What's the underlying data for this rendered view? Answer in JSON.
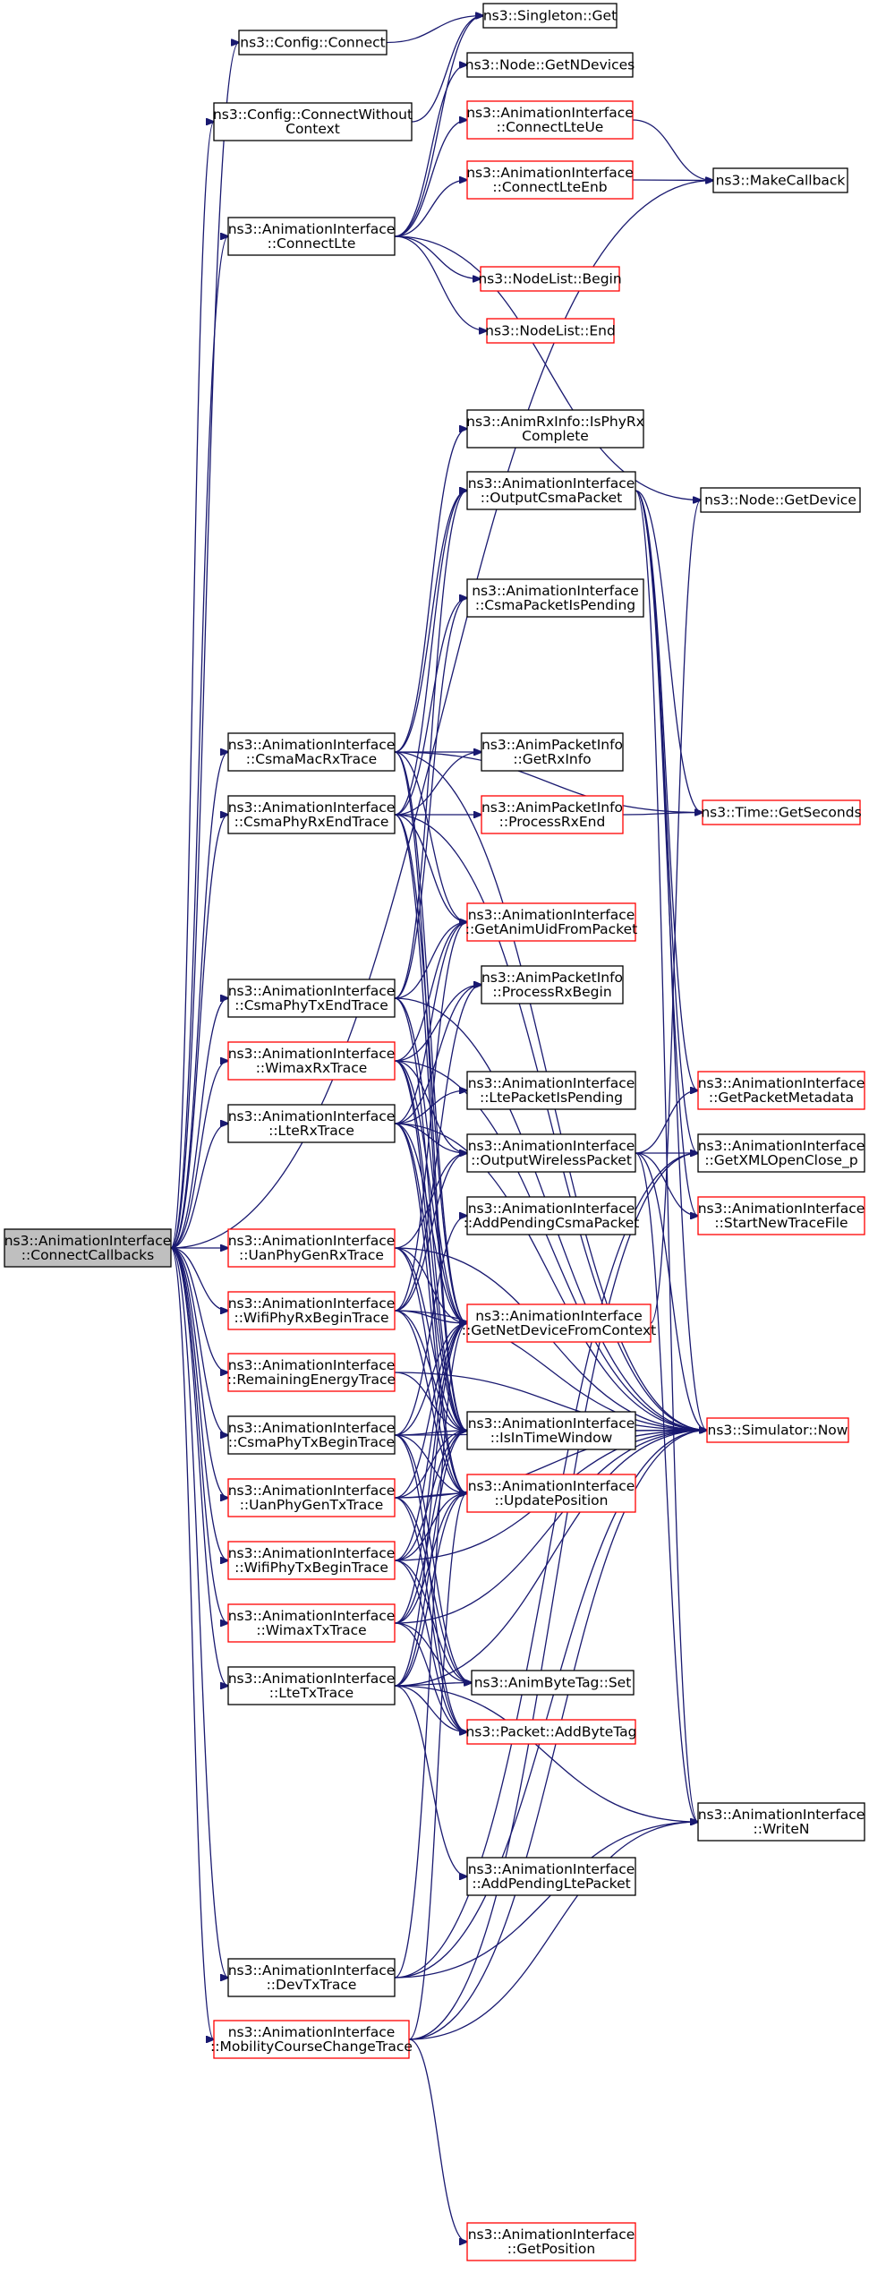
{
  "colors": {
    "edge": "#191970",
    "black_border": "#000000",
    "red_border": "#ff0000",
    "root_fill": "#bfbfbf"
  },
  "graph": {
    "nodes": [
      {
        "id": "root",
        "lines": [
          "ns3::AnimationInterface",
          "::ConnectCallbacks"
        ],
        "border": "root"
      },
      {
        "id": "cfg_connect",
        "lines": [
          "ns3::Config::Connect"
        ],
        "border": "black"
      },
      {
        "id": "singleton",
        "lines": [
          "ns3::Singleton::Get"
        ],
        "border": "black"
      },
      {
        "id": "cfg_cwc",
        "lines": [
          "ns3::Config::ConnectWithout",
          "Context"
        ],
        "border": "black"
      },
      {
        "id": "getndev",
        "lines": [
          "ns3::Node::GetNDevices"
        ],
        "border": "black"
      },
      {
        "id": "connlteue",
        "lines": [
          "ns3::AnimationInterface",
          "::ConnectLteUe"
        ],
        "border": "red"
      },
      {
        "id": "makecb",
        "lines": [
          "ns3::MakeCallback"
        ],
        "border": "black"
      },
      {
        "id": "connlteenb",
        "lines": [
          "ns3::AnimationInterface",
          "::ConnectLteEnb"
        ],
        "border": "red"
      },
      {
        "id": "connlte",
        "lines": [
          "ns3::AnimationInterface",
          "::ConnectLte"
        ],
        "border": "black"
      },
      {
        "id": "nlbegin",
        "lines": [
          "ns3::NodeList::Begin"
        ],
        "border": "red"
      },
      {
        "id": "nlend",
        "lines": [
          "ns3::NodeList::End"
        ],
        "border": "red"
      },
      {
        "id": "isphyrx",
        "lines": [
          "ns3::AnimRxInfo::IsPhyRx",
          "Complete"
        ],
        "border": "black"
      },
      {
        "id": "getdevice",
        "lines": [
          "ns3::Node::GetDevice"
        ],
        "border": "black"
      },
      {
        "id": "outcsma",
        "lines": [
          "ns3::AnimationInterface",
          "::OutputCsmaPacket"
        ],
        "border": "black"
      },
      {
        "id": "csmapend",
        "lines": [
          "ns3::AnimationInterface",
          "::CsmaPacketIsPending"
        ],
        "border": "black"
      },
      {
        "id": "csmamacrx",
        "lines": [
          "ns3::AnimationInterface",
          "::CsmaMacRxTrace"
        ],
        "border": "black"
      },
      {
        "id": "getrxinfo",
        "lines": [
          "ns3::AnimPacketInfo",
          "::GetRxInfo"
        ],
        "border": "black"
      },
      {
        "id": "csmaphyrxend",
        "lines": [
          "ns3::AnimationInterface",
          "::CsmaPhyRxEndTrace"
        ],
        "border": "black"
      },
      {
        "id": "processrxend",
        "lines": [
          "ns3::AnimPacketInfo",
          "::ProcessRxEnd"
        ],
        "border": "red"
      },
      {
        "id": "getseconds",
        "lines": [
          "ns3::Time::GetSeconds"
        ],
        "border": "red"
      },
      {
        "id": "getanimuid",
        "lines": [
          "ns3::AnimationInterface",
          "::GetAnimUidFromPacket"
        ],
        "border": "red"
      },
      {
        "id": "csmaphytxend",
        "lines": [
          "ns3::AnimationInterface",
          "::CsmaPhyTxEndTrace"
        ],
        "border": "black"
      },
      {
        "id": "processrxbegin",
        "lines": [
          "ns3::AnimPacketInfo",
          "::ProcessRxBegin"
        ],
        "border": "black"
      },
      {
        "id": "wimaxrx",
        "lines": [
          "ns3::AnimationInterface",
          "::WimaxRxTrace"
        ],
        "border": "red"
      },
      {
        "id": "ltepend",
        "lines": [
          "ns3::AnimationInterface",
          "::LtePacketIsPending"
        ],
        "border": "black"
      },
      {
        "id": "getpktmeta",
        "lines": [
          "ns3::AnimationInterface",
          "::GetPacketMetadata"
        ],
        "border": "red"
      },
      {
        "id": "lterx",
        "lines": [
          "ns3::AnimationInterface",
          "::LteRxTrace"
        ],
        "border": "black"
      },
      {
        "id": "outwireless",
        "lines": [
          "ns3::AnimationInterface",
          "::OutputWirelessPacket"
        ],
        "border": "black"
      },
      {
        "id": "getxml",
        "lines": [
          "ns3::AnimationInterface",
          "::GetXMLOpenClose_p"
        ],
        "border": "black"
      },
      {
        "id": "addpendcsma",
        "lines": [
          "ns3::AnimationInterface",
          "::AddPendingCsmaPacket"
        ],
        "border": "black"
      },
      {
        "id": "startnew",
        "lines": [
          "ns3::AnimationInterface",
          "::StartNewTraceFile"
        ],
        "border": "red"
      },
      {
        "id": "uanrx",
        "lines": [
          "ns3::AnimationInterface",
          "::UanPhyGenRxTrace"
        ],
        "border": "red"
      },
      {
        "id": "wifirxbegin",
        "lines": [
          "ns3::AnimationInterface",
          "::WifiPhyRxBeginTrace"
        ],
        "border": "red"
      },
      {
        "id": "getnetdev",
        "lines": [
          "ns3::AnimationInterface",
          "::GetNetDeviceFromContext"
        ],
        "border": "red"
      },
      {
        "id": "remenergy",
        "lines": [
          "ns3::AnimationInterface",
          "::RemainingEnergyTrace"
        ],
        "border": "red"
      },
      {
        "id": "isintime",
        "lines": [
          "ns3::AnimationInterface",
          "::IsInTimeWindow"
        ],
        "border": "black"
      },
      {
        "id": "simnow",
        "lines": [
          "ns3::Simulator::Now"
        ],
        "border": "red"
      },
      {
        "id": "csmaphytxbegin",
        "lines": [
          "ns3::AnimationInterface",
          "::CsmaPhyTxBeginTrace"
        ],
        "border": "black"
      },
      {
        "id": "uantx",
        "lines": [
          "ns3::AnimationInterface",
          "::UanPhyGenTxTrace"
        ],
        "border": "red"
      },
      {
        "id": "updatepos",
        "lines": [
          "ns3::AnimationInterface",
          "::UpdatePosition"
        ],
        "border": "red"
      },
      {
        "id": "wifitxbegin",
        "lines": [
          "ns3::AnimationInterface",
          "::WifiPhyTxBeginTrace"
        ],
        "border": "red"
      },
      {
        "id": "wimaxtx",
        "lines": [
          "ns3::AnimationInterface",
          "::WimaxTxTrace"
        ],
        "border": "red"
      },
      {
        "id": "ltetx",
        "lines": [
          "ns3::AnimationInterface",
          "::LteTxTrace"
        ],
        "border": "black"
      },
      {
        "id": "bytetagset",
        "lines": [
          "ns3::AnimByteTag::Set"
        ],
        "border": "black"
      },
      {
        "id": "addbytetag",
        "lines": [
          "ns3::Packet::AddByteTag"
        ],
        "border": "red"
      },
      {
        "id": "writen",
        "lines": [
          "ns3::AnimationInterface",
          "::WriteN"
        ],
        "border": "black"
      },
      {
        "id": "addpendlte",
        "lines": [
          "ns3::AnimationInterface",
          "::AddPendingLtePacket"
        ],
        "border": "black"
      },
      {
        "id": "devtx",
        "lines": [
          "ns3::AnimationInterface",
          "::DevTxTrace"
        ],
        "border": "black"
      },
      {
        "id": "mobcourse",
        "lines": [
          "ns3::AnimationInterface",
          "::MobilityCourseChangeTrace"
        ],
        "border": "red"
      },
      {
        "id": "getpos",
        "lines": [
          "ns3::AnimationInterface",
          "::GetPosition"
        ],
        "border": "red"
      }
    ],
    "edges": [
      [
        "root",
        "cfg_connect"
      ],
      [
        "root",
        "cfg_cwc"
      ],
      [
        "root",
        "connlte"
      ],
      [
        "root",
        "makecb"
      ],
      [
        "root",
        "csmamacrx"
      ],
      [
        "root",
        "csmaphyrxend"
      ],
      [
        "root",
        "csmaphytxend"
      ],
      [
        "root",
        "wimaxrx"
      ],
      [
        "root",
        "lterx"
      ],
      [
        "root",
        "uanrx"
      ],
      [
        "root",
        "wifirxbegin"
      ],
      [
        "root",
        "remenergy"
      ],
      [
        "root",
        "csmaphytxbegin"
      ],
      [
        "root",
        "uantx"
      ],
      [
        "root",
        "wifitxbegin"
      ],
      [
        "root",
        "wimaxtx"
      ],
      [
        "root",
        "ltetx"
      ],
      [
        "root",
        "devtx"
      ],
      [
        "root",
        "mobcourse"
      ],
      [
        "cfg_connect",
        "singleton"
      ],
      [
        "cfg_cwc",
        "singleton"
      ],
      [
        "connlte",
        "singleton"
      ],
      [
        "connlte",
        "getndev"
      ],
      [
        "connlte",
        "connlteue"
      ],
      [
        "connlte",
        "connlteenb"
      ],
      [
        "connlte",
        "nlbegin"
      ],
      [
        "connlte",
        "nlend"
      ],
      [
        "connlte",
        "getdevice"
      ],
      [
        "connlteue",
        "makecb"
      ],
      [
        "connlteenb",
        "makecb"
      ],
      [
        "csmamacrx",
        "isphyrx"
      ],
      [
        "csmamacrx",
        "outcsma"
      ],
      [
        "csmamacrx",
        "getrxinfo"
      ],
      [
        "csmamacrx",
        "getanimuid"
      ],
      [
        "csmamacrx",
        "getnetdev"
      ],
      [
        "csmamacrx",
        "isintime"
      ],
      [
        "csmamacrx",
        "simnow"
      ],
      [
        "csmamacrx",
        "getseconds"
      ],
      [
        "csmaphyrxend",
        "outcsma"
      ],
      [
        "csmaphyrxend",
        "csmapend"
      ],
      [
        "csmaphyrxend",
        "getrxinfo"
      ],
      [
        "csmaphyrxend",
        "processrxend"
      ],
      [
        "csmaphyrxend",
        "getanimuid"
      ],
      [
        "csmaphyrxend",
        "getnetdev"
      ],
      [
        "csmaphyrxend",
        "isintime"
      ],
      [
        "csmaphyrxend",
        "simnow"
      ],
      [
        "csmaphytxend",
        "outcsma"
      ],
      [
        "csmaphytxend",
        "csmapend"
      ],
      [
        "csmaphytxend",
        "getanimuid"
      ],
      [
        "csmaphytxend",
        "getnetdev"
      ],
      [
        "csmaphytxend",
        "isintime"
      ],
      [
        "csmaphytxend",
        "simnow"
      ],
      [
        "wimaxrx",
        "processrxbegin"
      ],
      [
        "wimaxrx",
        "getanimuid"
      ],
      [
        "wimaxrx",
        "outwireless"
      ],
      [
        "wimaxrx",
        "getnetdev"
      ],
      [
        "wimaxrx",
        "isintime"
      ],
      [
        "wimaxrx",
        "updatepos"
      ],
      [
        "wimaxrx",
        "simnow"
      ],
      [
        "lterx",
        "ltepend"
      ],
      [
        "lterx",
        "outwireless"
      ],
      [
        "lterx",
        "processrxbegin"
      ],
      [
        "lterx",
        "getanimuid"
      ],
      [
        "lterx",
        "getnetdev"
      ],
      [
        "lterx",
        "isintime"
      ],
      [
        "lterx",
        "updatepos"
      ],
      [
        "lterx",
        "simnow"
      ],
      [
        "outcsma",
        "getpktmeta"
      ],
      [
        "outcsma",
        "getxml"
      ],
      [
        "outcsma",
        "startnew"
      ],
      [
        "outcsma",
        "writen"
      ],
      [
        "outcsma",
        "simnow"
      ],
      [
        "outcsma",
        "getseconds"
      ],
      [
        "outwireless",
        "getpktmeta"
      ],
      [
        "outwireless",
        "getxml"
      ],
      [
        "outwireless",
        "startnew"
      ],
      [
        "outwireless",
        "writen"
      ],
      [
        "outwireless",
        "simnow"
      ],
      [
        "processrxend",
        "getseconds"
      ],
      [
        "uanrx",
        "outwireless"
      ],
      [
        "uanrx",
        "getnetdev"
      ],
      [
        "uanrx",
        "isintime"
      ],
      [
        "uanrx",
        "updatepos"
      ],
      [
        "uanrx",
        "simnow"
      ],
      [
        "wifirxbegin",
        "processrxbegin"
      ],
      [
        "wifirxbegin",
        "outwireless"
      ],
      [
        "wifirxbegin",
        "getanimuid"
      ],
      [
        "wifirxbegin",
        "getnetdev"
      ],
      [
        "wifirxbegin",
        "isintime"
      ],
      [
        "wifirxbegin",
        "updatepos"
      ],
      [
        "wifirxbegin",
        "simnow"
      ],
      [
        "remenergy",
        "isintime"
      ],
      [
        "remenergy",
        "simnow"
      ],
      [
        "getnetdev",
        "getdevice"
      ],
      [
        "isintime",
        "simnow"
      ],
      [
        "csmaphytxbegin",
        "addpendcsma"
      ],
      [
        "csmaphytxbegin",
        "getnetdev"
      ],
      [
        "csmaphytxbegin",
        "isintime"
      ],
      [
        "csmaphytxbegin",
        "updatepos"
      ],
      [
        "csmaphytxbegin",
        "bytetagset"
      ],
      [
        "csmaphytxbegin",
        "addbytetag"
      ],
      [
        "csmaphytxbegin",
        "simnow"
      ],
      [
        "uantx",
        "getnetdev"
      ],
      [
        "uantx",
        "isintime"
      ],
      [
        "uantx",
        "updatepos"
      ],
      [
        "uantx",
        "bytetagset"
      ],
      [
        "uantx",
        "addbytetag"
      ],
      [
        "uantx",
        "simnow"
      ],
      [
        "wifitxbegin",
        "getnetdev"
      ],
      [
        "wifitxbegin",
        "isintime"
      ],
      [
        "wifitxbegin",
        "updatepos"
      ],
      [
        "wifitxbegin",
        "bytetagset"
      ],
      [
        "wifitxbegin",
        "addbytetag"
      ],
      [
        "wifitxbegin",
        "simnow"
      ],
      [
        "wimaxtx",
        "getnetdev"
      ],
      [
        "wimaxtx",
        "isintime"
      ],
      [
        "wimaxtx",
        "updatepos"
      ],
      [
        "wimaxtx",
        "bytetagset"
      ],
      [
        "wimaxtx",
        "addbytetag"
      ],
      [
        "wimaxtx",
        "simnow"
      ],
      [
        "ltetx",
        "getnetdev"
      ],
      [
        "ltetx",
        "isintime"
      ],
      [
        "ltetx",
        "updatepos"
      ],
      [
        "ltetx",
        "bytetagset"
      ],
      [
        "ltetx",
        "addbytetag"
      ],
      [
        "ltetx",
        "addpendlte"
      ],
      [
        "ltetx",
        "simnow"
      ],
      [
        "ltetx",
        "writen"
      ],
      [
        "devtx",
        "getnetdev"
      ],
      [
        "devtx",
        "simnow"
      ],
      [
        "devtx",
        "writen"
      ],
      [
        "devtx",
        "getxml"
      ],
      [
        "mobcourse",
        "updatepos"
      ],
      [
        "mobcourse",
        "getpos"
      ],
      [
        "mobcourse",
        "simnow"
      ],
      [
        "mobcourse",
        "writen"
      ],
      [
        "mobcourse",
        "getxml"
      ]
    ]
  }
}
